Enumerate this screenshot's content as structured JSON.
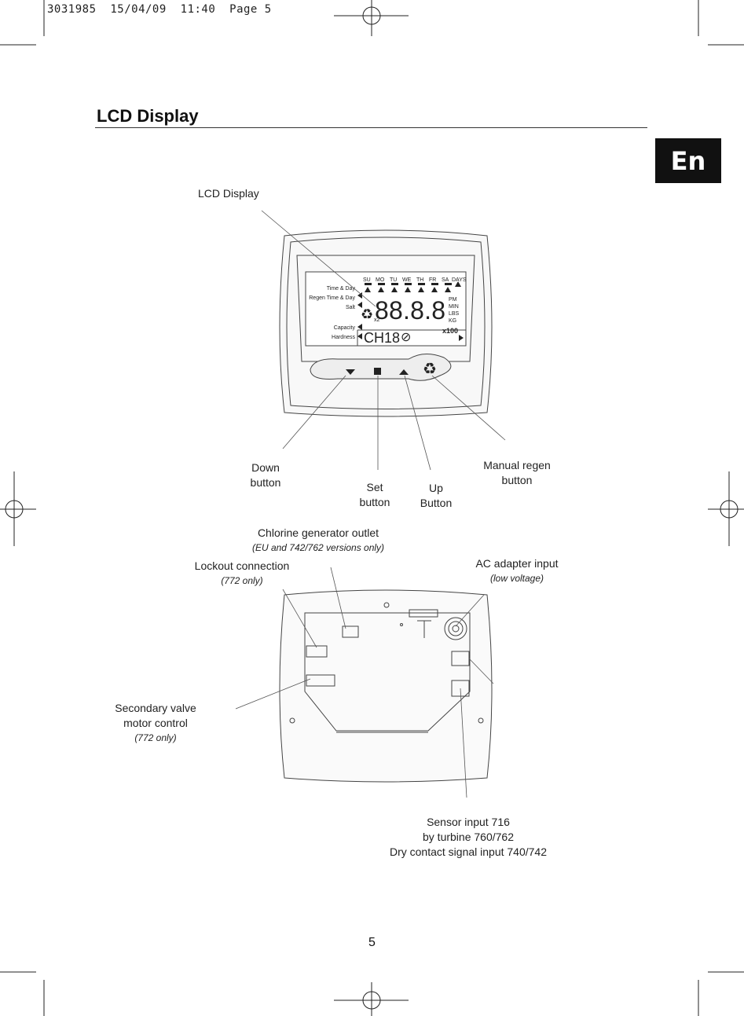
{
  "header": {
    "slug": "3031985  15/04/09  11:40  Page 5"
  },
  "page": {
    "title": "LCD Display",
    "language_tab": "En",
    "page_number": "5"
  },
  "lcd": {
    "days": [
      "SU",
      "MO",
      "TU",
      "WE",
      "TH",
      "FR",
      "SA",
      "DAYS"
    ],
    "left_labels": [
      "Time & Day",
      "Regen Time & Day",
      "Salt",
      "Capacity",
      "Hardness"
    ],
    "units": [
      "PM",
      "MIN",
      "LBS",
      "KG"
    ],
    "digits": "88.8.8",
    "multiplier": "x100",
    "small_code": "CH18",
    "x2": "x2"
  },
  "labels": {
    "lcd_display": "LCD Display",
    "down_button": [
      "Down",
      "button"
    ],
    "set_button": [
      "Set",
      "button"
    ],
    "up_button": [
      "Up",
      "Button"
    ],
    "manual_regen_button": [
      "Manual regen",
      "button"
    ],
    "chlorine": {
      "title": "Chlorine generator outlet",
      "note": "(EU and 742/762 versions only)"
    },
    "lockout": {
      "title": "Lockout connection",
      "note": "(772 only)"
    },
    "ac_adapter": {
      "title": "AC adapter input",
      "note": "(low voltage)"
    },
    "secondary_valve": {
      "lines": [
        "Secondary valve",
        "motor control"
      ],
      "note": "(772 only)"
    },
    "sensor": [
      "Sensor input 716",
      "by turbine 760/762",
      "Dry contact signal input 740/742"
    ]
  }
}
